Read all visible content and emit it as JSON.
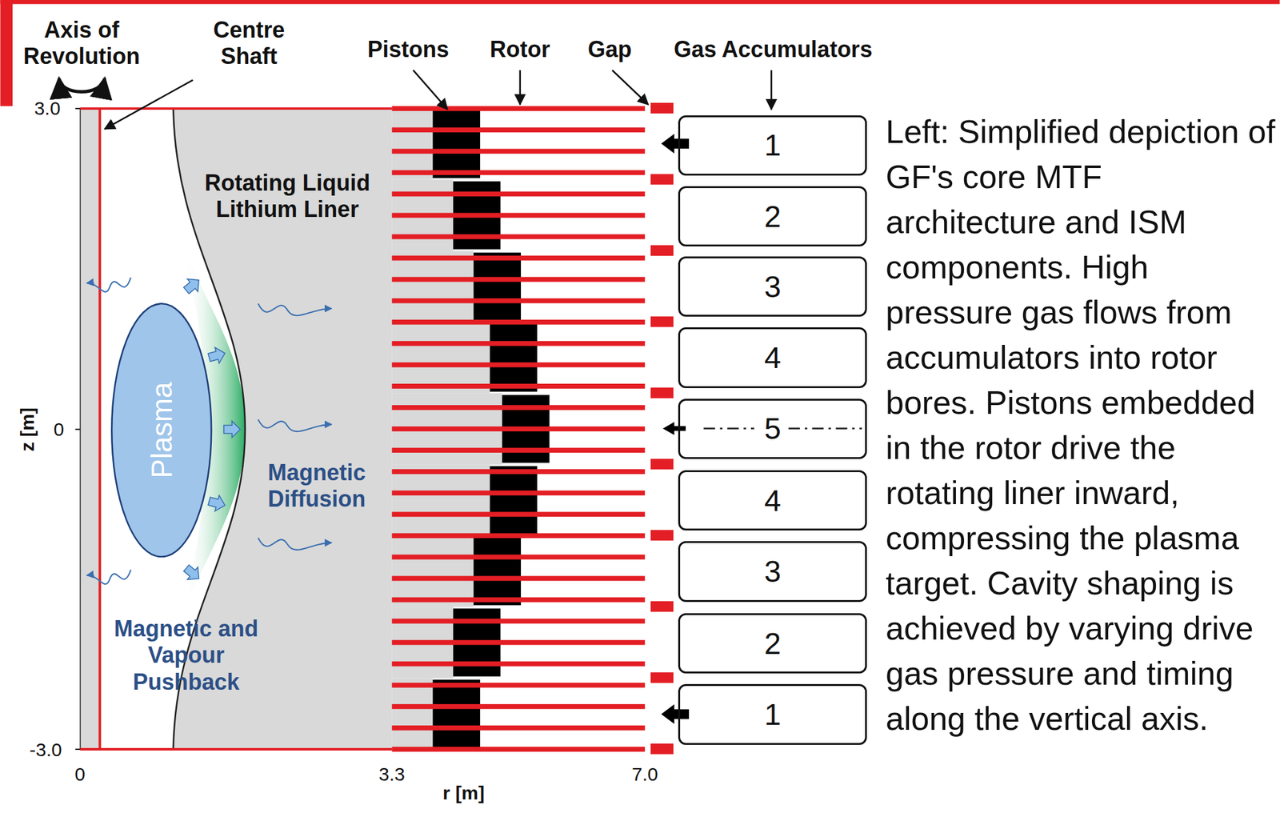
{
  "diagram": {
    "caption": "Left: Simplified depiction of GF's core MTF architecture and ISM components. High pressure gas flows from accumulators into rotor bores. Pistons embedded in the rotor drive the rotating liner inward, compressing the plasma target. Cavity shaping is achieved by varying drive gas pressure and timing along the vertical axis.",
    "nodes": [
      {
        "text": [
          "1"
        ]
      },
      {
        "text": [
          "2"
        ]
      },
      {
        "text": [
          "3"
        ]
      },
      {
        "text": [
          "Plasma"
        ]
      },
      {
        "text": [
          "4"
        ]
      },
      {
        "text": [
          "5"
        ]
      },
      {
        "text": [
          "4"
        ]
      },
      {
        "text": [
          "3"
        ]
      },
      {
        "text": [
          "2"
        ]
      },
      {
        "text": [
          "1"
        ]
      }
    ],
    "labels": [
      "Axis of Revolution",
      "Centre Shaft",
      "Pistons",
      "Rotor",
      "Gap",
      "Gas Accumulators",
      "3.0",
      "Rotating Liquid Lithium Liner",
      "Magnetic Diffusion",
      "0",
      "Magnetic and Vapour Pushback",
      "-3.0",
      "z [m]",
      "0",
      "3.3",
      "7.0",
      "r [m]"
    ]
  }
}
